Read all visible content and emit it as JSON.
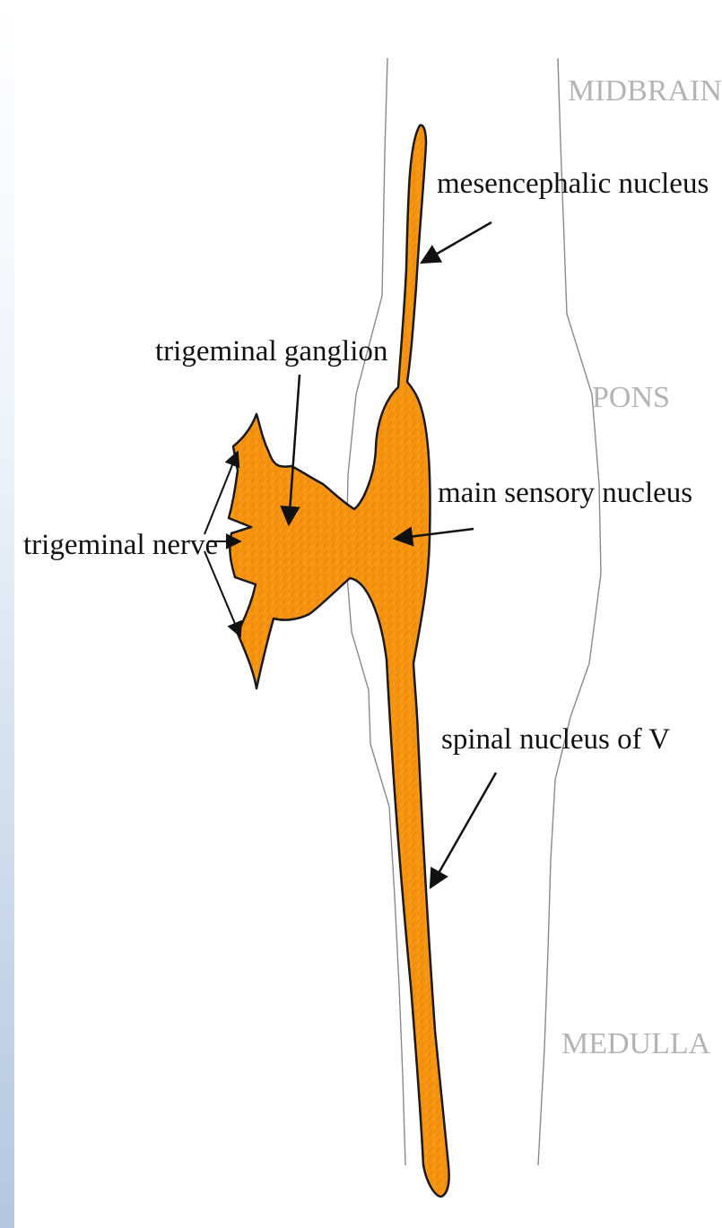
{
  "regions": {
    "midbrain": "MIDBRAIN",
    "pons": "PONS",
    "medulla": "MEDULLA"
  },
  "labels": {
    "mesencephalic": "mesencephalic nucleus",
    "trigeminal_ganglion": "trigeminal ganglion",
    "trigeminal_nerve": "trigeminal nerve",
    "main_sensory": "main sensory nucleus",
    "spinal_nucleus": "spinal nucleus of V"
  },
  "colors": {
    "nucleus_fill": "#f7940f",
    "outline": "#1a1a1a",
    "brainstem_line": "#8a8a8a",
    "region_text": "#b4b4b4"
  }
}
